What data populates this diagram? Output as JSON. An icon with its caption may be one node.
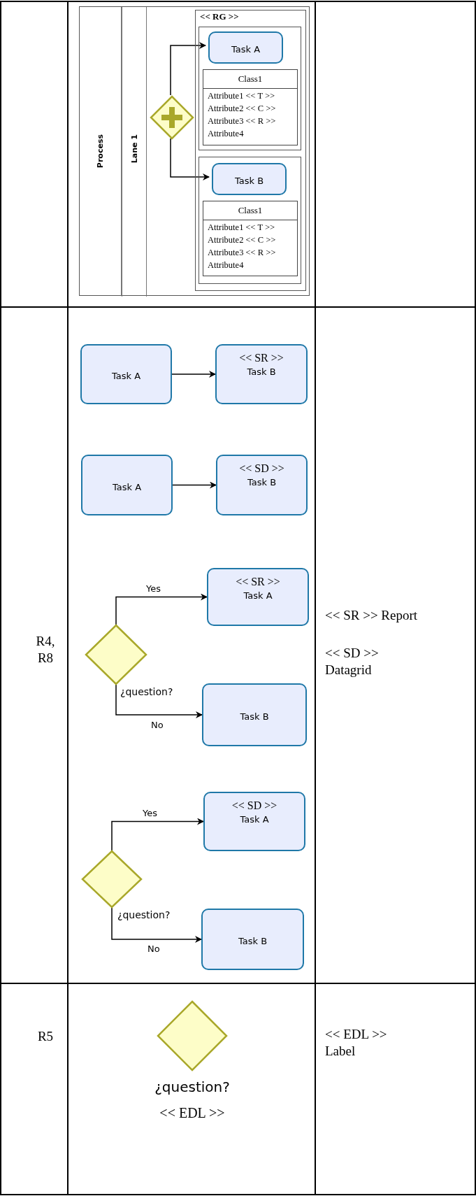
{
  "diagram": {
    "nodes": [
      {
        "text": [
          "Process"
        ]
      },
      {
        "text": [
          "Lane 1"
        ],
        "in": 0
      },
      {
        "text": [
          "<< RG >>"
        ],
        "in": 1
      },
      {
        "text": [],
        "shape": "box",
        "in": 2
      },
      {
        "text": [
          "Task A"
        ],
        "in": 3
      },
      {
        "text": [
          "Class1",
          "Attribute1 << T >>",
          "Attribute2 << C >>",
          "Attribute3 << R >>",
          "Attribute4"
        ],
        "in": 3
      },
      {
        "text": [],
        "shape": "box",
        "in": 2
      },
      {
        "text": [
          "Task B"
        ],
        "in": 6
      },
      {
        "text": [
          "Class1",
          "Attribute1 << T >>",
          "Attribute2 << C >>",
          "Attribute3 << R >>",
          "Attribute4"
        ],
        "in": 6
      },
      {
        "text": [],
        "shape": "diamond",
        "in": 1
      },
      {
        "text": [
          "Task A"
        ]
      },
      {
        "text": [
          "<< SR >>",
          "Task B"
        ]
      },
      {
        "text": [
          "Task A"
        ]
      },
      {
        "text": [
          "<< SD >>",
          "Task B"
        ]
      },
      {
        "text": [],
        "shape": "diamond",
        "beside": [
          "¿question?"
        ]
      },
      {
        "text": [
          "<< SR >>",
          "Task A"
        ]
      },
      {
        "text": [
          "Task B"
        ]
      },
      {
        "text": [],
        "shape": "diamond",
        "beside": [
          "¿question?"
        ]
      },
      {
        "text": [
          "<< SD >>",
          "Task A"
        ]
      },
      {
        "text": [
          "Task B"
        ]
      },
      {
        "text": [],
        "shape": "diamond",
        "beside": [
          "¿question?",
          "<< EDL >>"
        ]
      }
    ],
    "edges": [
      {
        "from": 9,
        "to": 4,
        "arrow": "to"
      },
      {
        "from": 9,
        "to": 7,
        "arrow": "to"
      },
      {
        "from": 10,
        "to": 11,
        "arrow": "to"
      },
      {
        "from": 12,
        "to": 13,
        "arrow": "to"
      },
      {
        "from": 14,
        "to": 15,
        "arrow": "to",
        "label": "Yes"
      },
      {
        "from": 14,
        "to": 16,
        "arrow": "to",
        "label": "No"
      },
      {
        "from": 17,
        "to": 18,
        "arrow": "to",
        "label": "Yes"
      },
      {
        "from": 17,
        "to": 19,
        "arrow": "to",
        "label": "No"
      }
    ],
    "labels": [
      "R4, R8",
      "<< SR >> Report",
      "<< SD >> Datagrid",
      "R5",
      "<< EDL >> Label"
    ]
  }
}
